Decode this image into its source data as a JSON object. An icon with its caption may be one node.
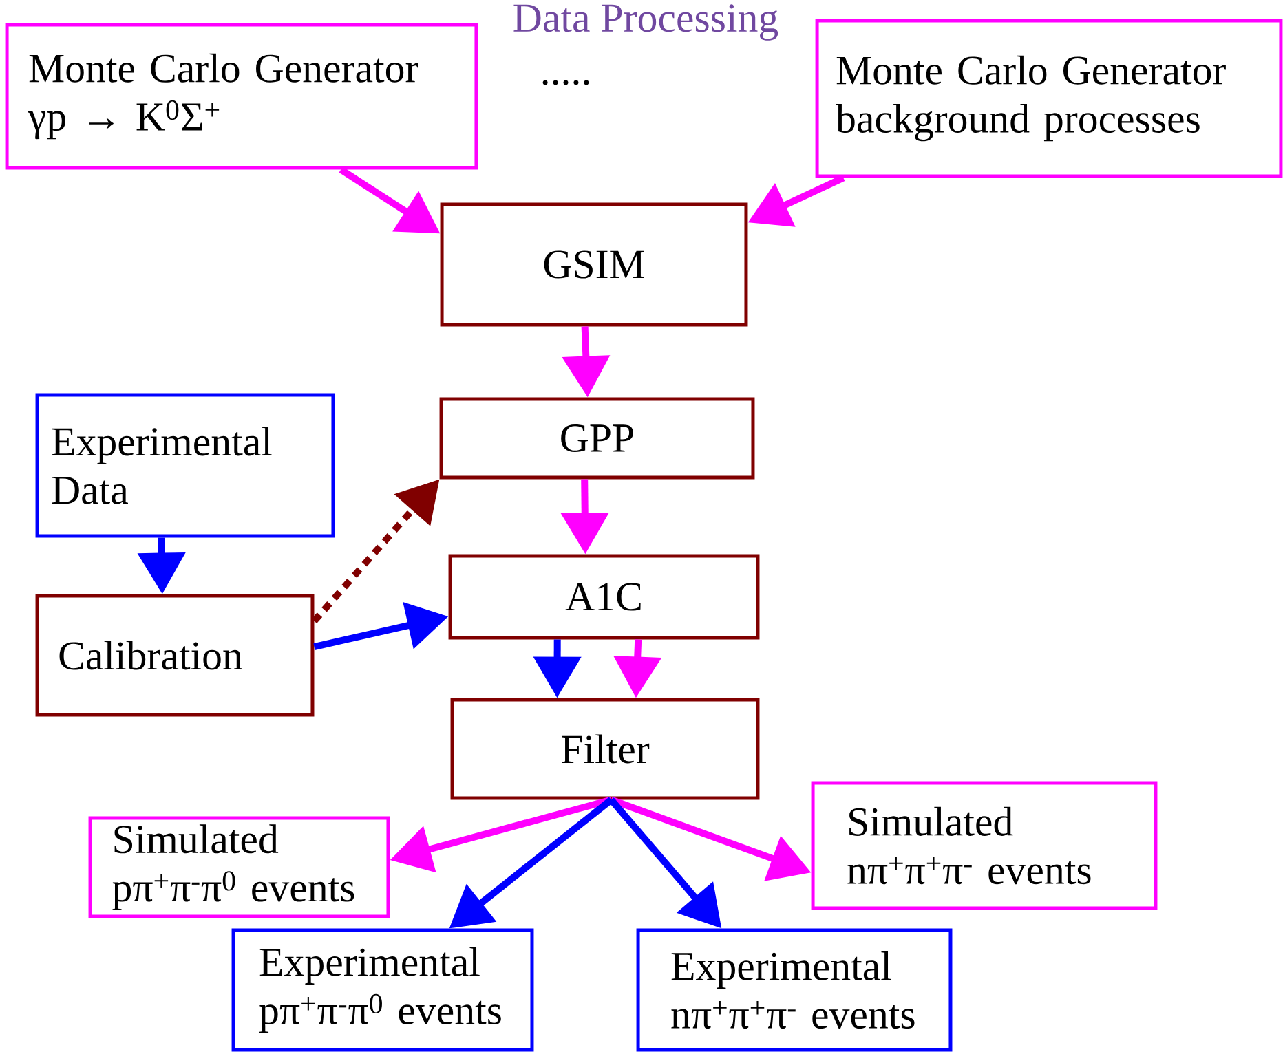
{
  "diagram": {
    "title": "Data Processing",
    "nodes": [
      {
        "text": [
          "Monte Carlo Generator",
          "γp →  K$^{0}$Σ$^{+}$"
        ]
      },
      {
        "text": [
          "Monte Carlo Generator background processes"
        ]
      },
      {
        "text": [
          "GSIM"
        ]
      },
      {
        "text": [
          "GPP"
        ]
      },
      {
        "text": [
          "Experimental Data"
        ]
      },
      {
        "text": [
          "A1C"
        ]
      },
      {
        "text": [
          "Calibration"
        ]
      },
      {
        "text": [
          "Filter"
        ]
      },
      {
        "text": [
          "Simulated pπ$^{+}$π$^{-}$π$^{0}$ events"
        ]
      },
      {
        "text": [
          "Simulated nπ$^{+}$π$^{+}$π$^{-}$ events"
        ]
      },
      {
        "text": [
          "Experimental pπ$^{+}$π$^{-}$π$^{0}$ events"
        ]
      },
      {
        "text": [
          "Experimental nπ$^{+}$π$^{+}$π$^{-}$ events"
        ]
      }
    ],
    "edges": [
      {
        "from": 0,
        "to": 2,
        "arrow": "to"
      },
      {
        "from": 1,
        "to": 2,
        "arrow": "to"
      },
      {
        "from": 2,
        "to": 3,
        "arrow": "to"
      },
      {
        "from": 3,
        "to": 5,
        "arrow": "to"
      },
      {
        "from": 4,
        "to": 6,
        "arrow": "to",
        "color": "#0000ff"
      },
      {
        "from": 6,
        "to": 3,
        "arrow": "to",
        "style": "dashed",
        "color": "#800000"
      },
      {
        "from": 6,
        "to": 5,
        "arrow": "to",
        "color": "#0000ff"
      },
      {
        "from": 5,
        "to": 7,
        "arrow": "to",
        "color": "#0000ff"
      },
      {
        "from": 5,
        "to": 7,
        "arrow": "to"
      },
      {
        "from": 7,
        "to": 8,
        "arrow": "to"
      },
      {
        "from": 7,
        "to": 9,
        "arrow": "to"
      },
      {
        "from": 7,
        "to": 10,
        "arrow": "to",
        "color": "#0000ff"
      },
      {
        "from": 7,
        "to": 11,
        "arrow": "to",
        "color": "#0000ff"
      }
    ],
    "labels": [
      "....."
    ]
  }
}
